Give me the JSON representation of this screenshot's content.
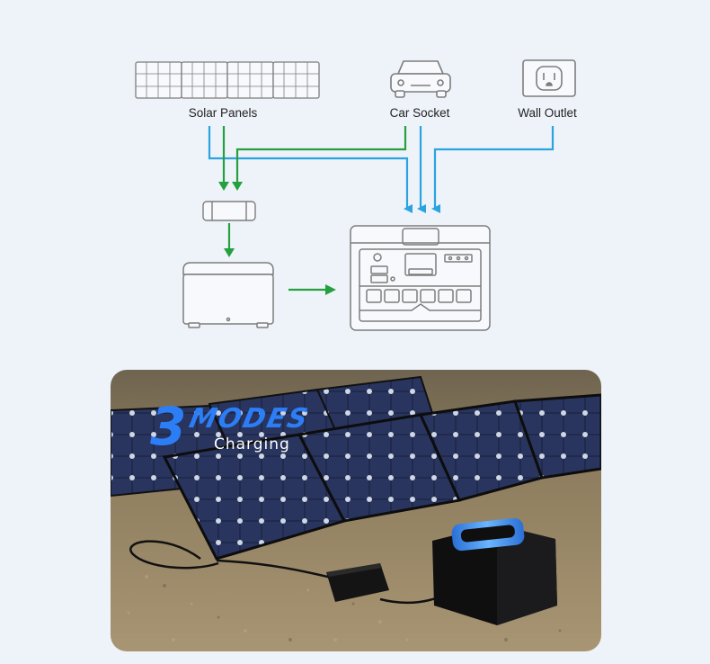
{
  "sources": {
    "solar_label": "Solar Panels",
    "car_label": "Car Socket",
    "wall_label": "Wall Outlet"
  },
  "colors": {
    "blue_arrow": "#2aa3e0",
    "green_arrow": "#25a03e",
    "line_art": "#7d7d7d"
  },
  "banner": {
    "number": "3",
    "word": "MODES",
    "subtitle": "Charging"
  },
  "icons": [
    "solar-panel-icon",
    "car-icon",
    "wall-outlet-icon",
    "charge-controller-icon",
    "power-station-small-icon",
    "power-station-main-icon"
  ]
}
